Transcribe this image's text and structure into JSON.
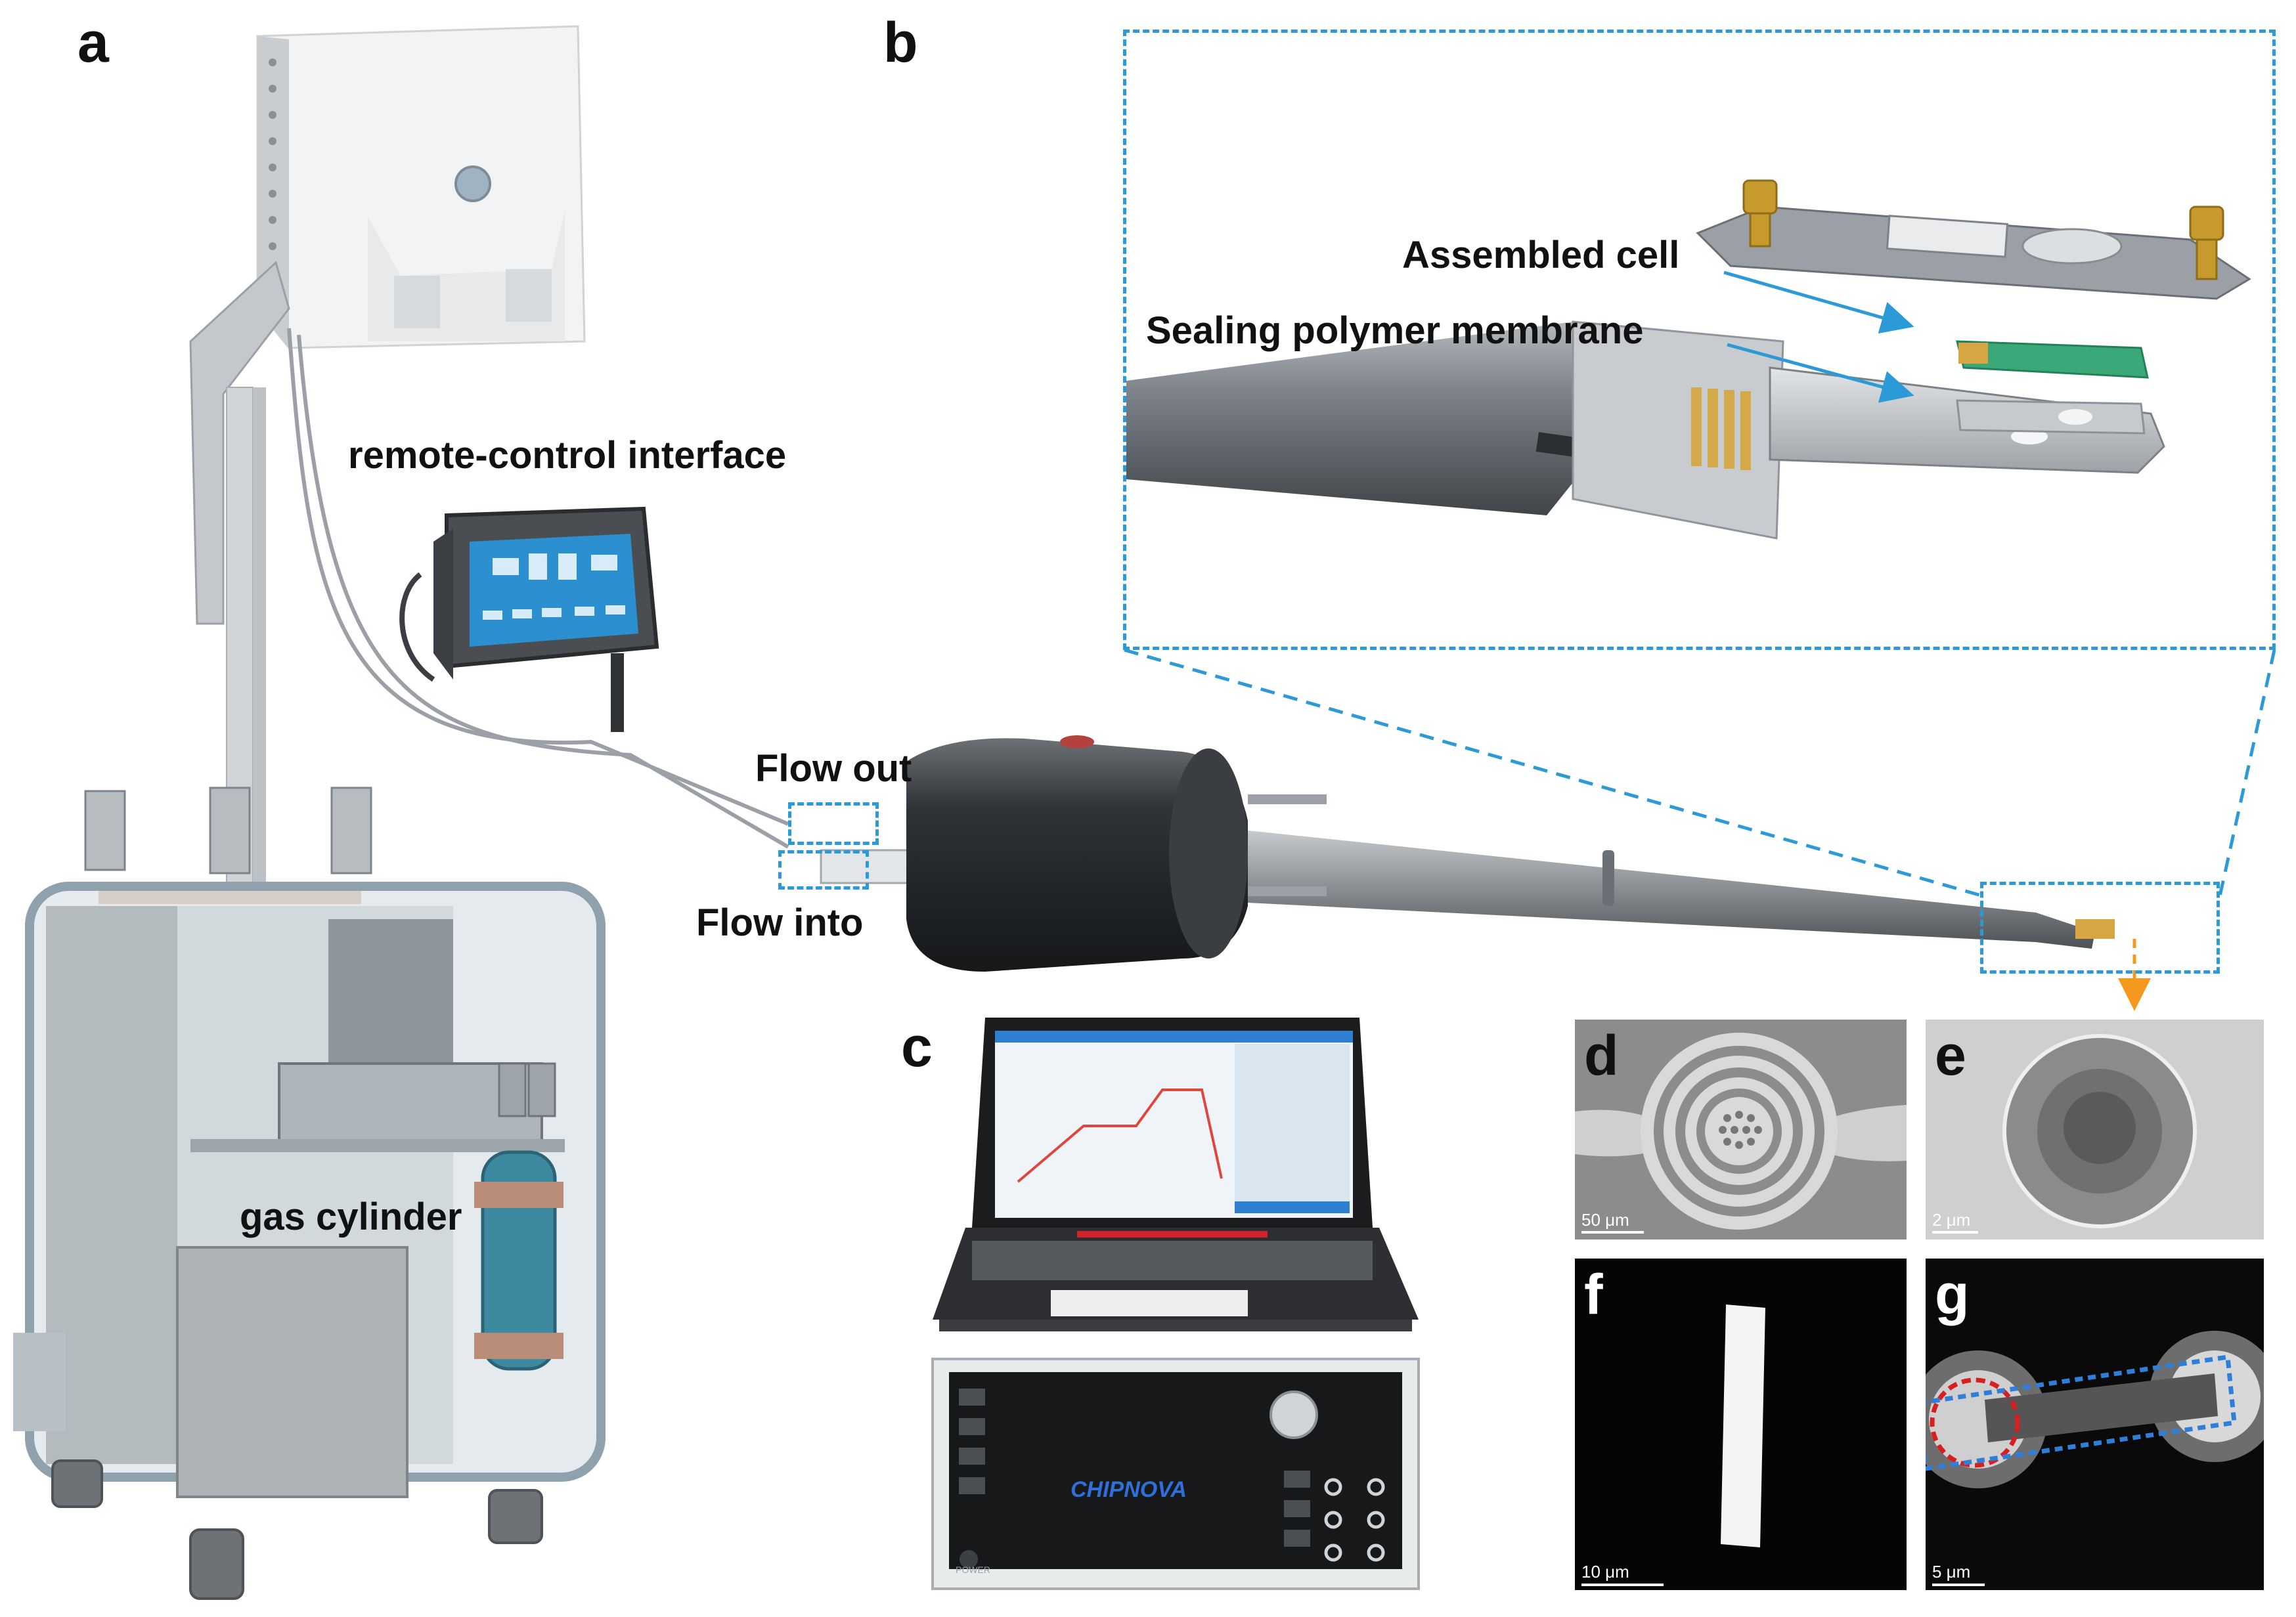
{
  "panels": {
    "a": "a",
    "b": "b",
    "c": "c",
    "d": "d",
    "e": "e",
    "f": "f",
    "g": "g"
  },
  "labels": {
    "remote_control": "remote-control interface",
    "gas_cylinder": "gas cylinder",
    "flow_out": "Flow out",
    "flow_into": "Flow into",
    "assembled_cell": "Assembled cell",
    "sealing_membrane": "Sealing polymer membrane"
  },
  "scale_bars": {
    "d": "50 μm",
    "e": "2 μm",
    "f": "10 μm",
    "g": "5 μm"
  },
  "branding": {
    "logo_text": "CHIPNOVA",
    "power_label": "POWER"
  },
  "colors": {
    "dashed_box": "#2d9ad8",
    "arrow_blue": "#2d9ad8",
    "arrow_orange": "#f39a1e",
    "circle_red": "#d81e1e",
    "rect_blue": "#2f7fd8"
  }
}
